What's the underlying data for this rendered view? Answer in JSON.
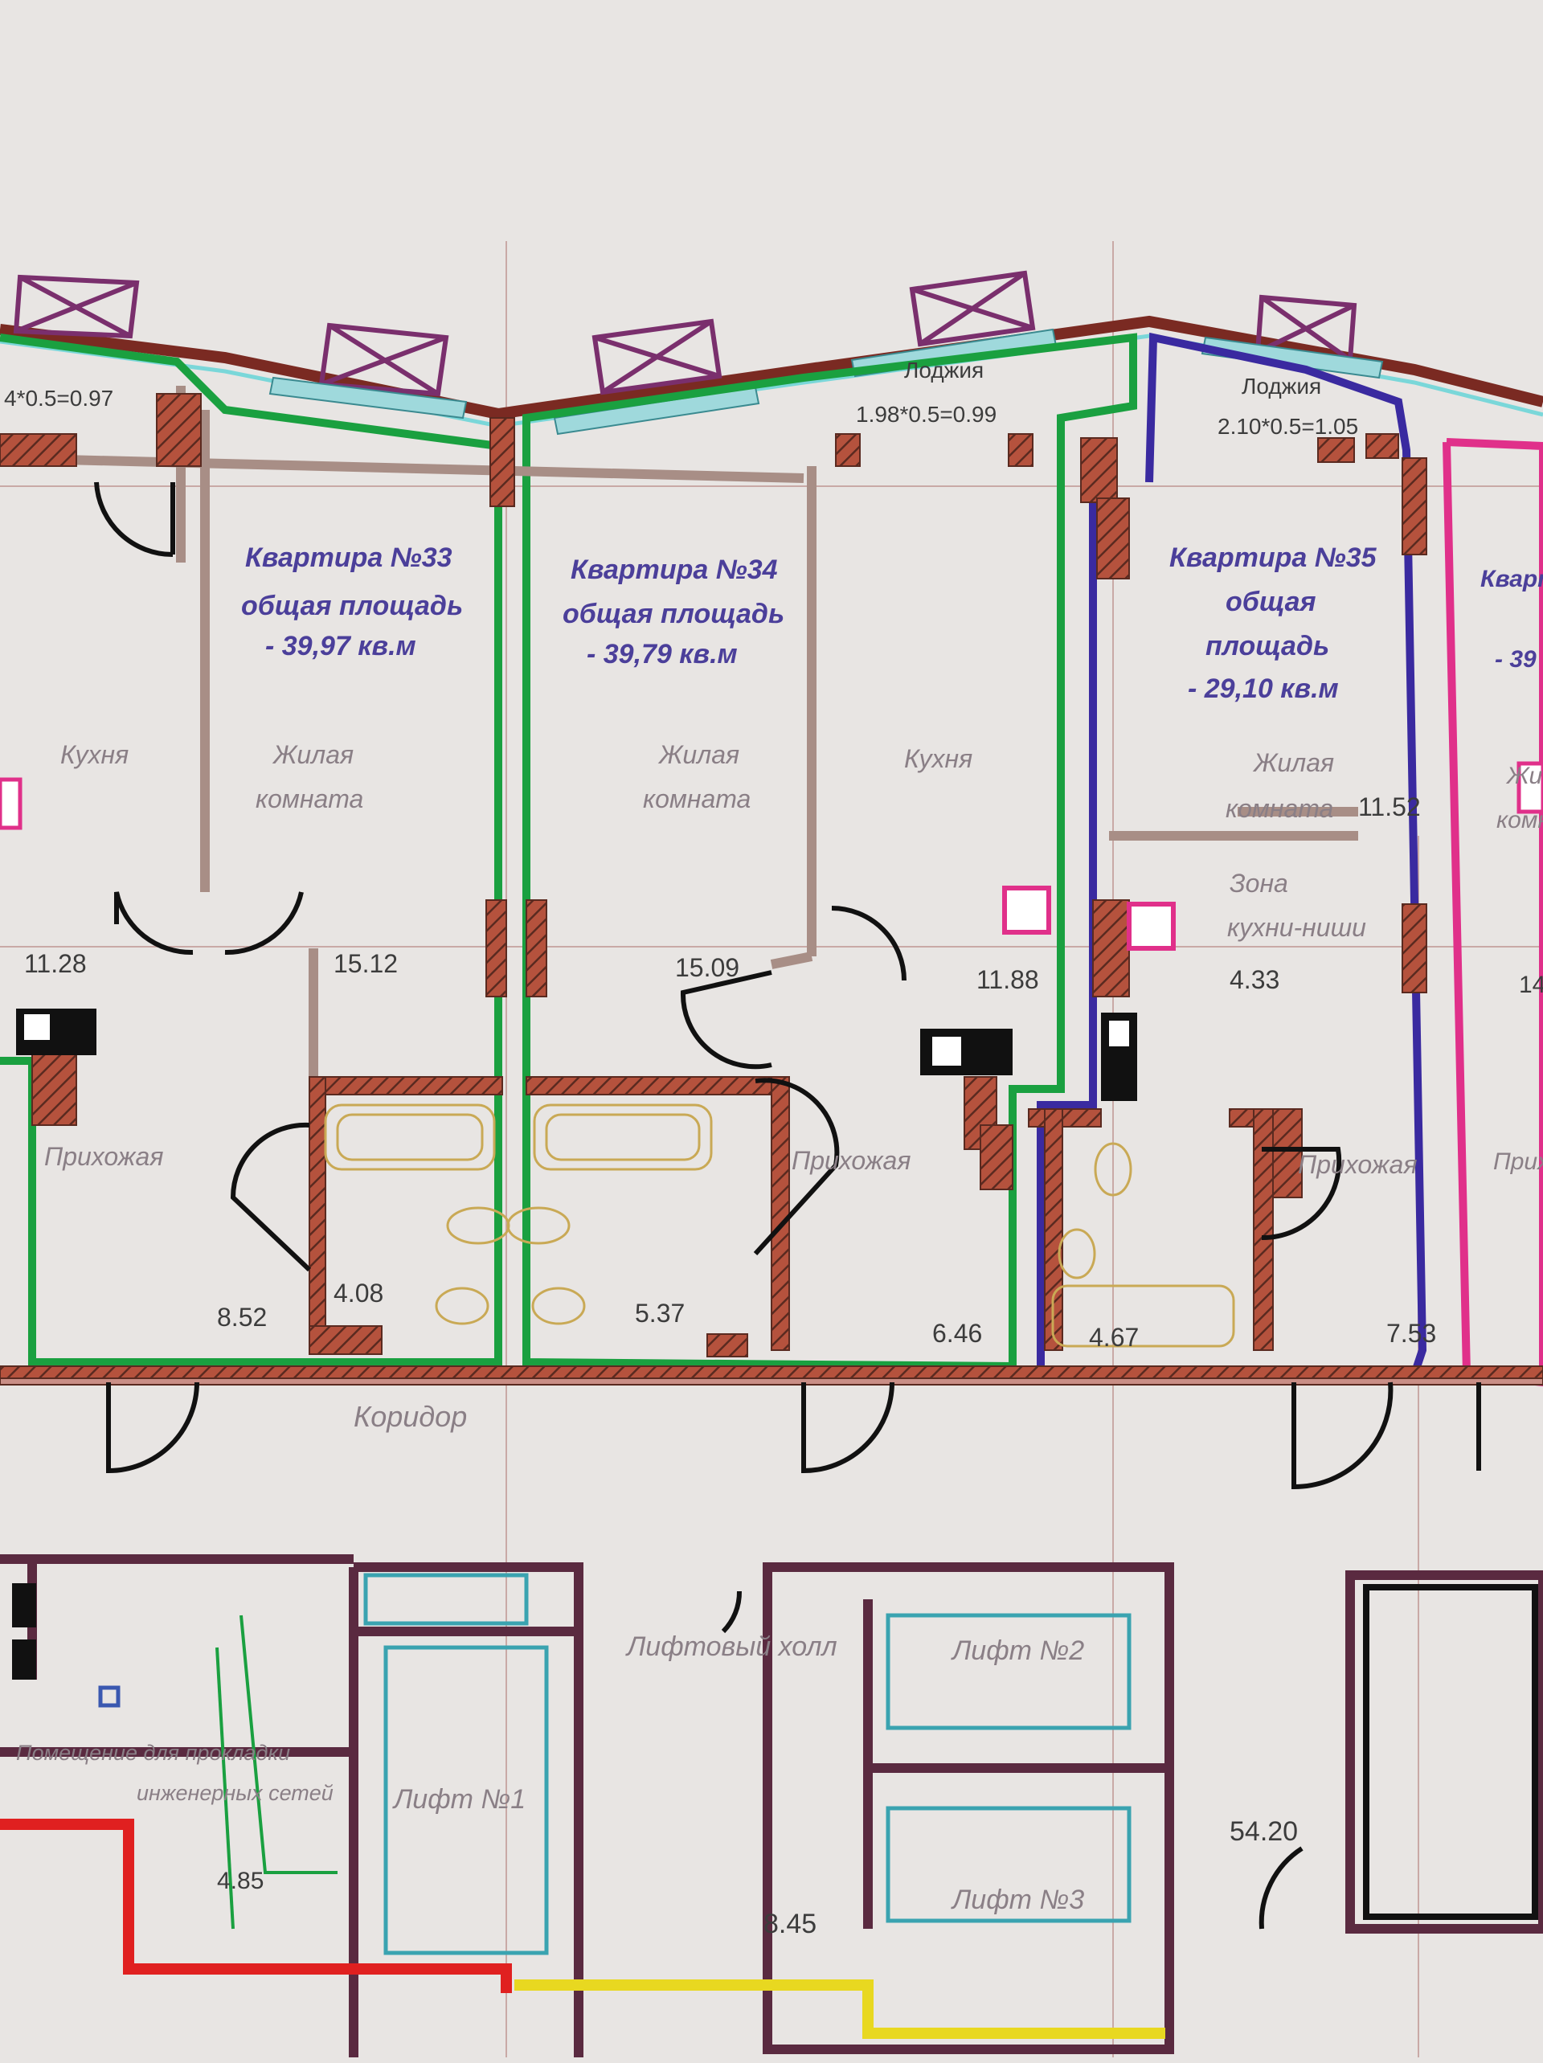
{
  "apartments": [
    {
      "id": "33",
      "title": "Квартира №33",
      "area_label": "общая площадь",
      "area_value": "- 39,97 кв.м",
      "color": "#1aa040"
    },
    {
      "id": "34",
      "title": "Квартира №34",
      "area_label": "общая площадь",
      "area_value": "- 39,79 кв.м",
      "color": "#1aa040"
    },
    {
      "id": "35",
      "title": "Квартира №35",
      "title_lines": [
        "общая",
        "площадь"
      ],
      "area_value": "- 29,10 кв.м",
      "color": "#3a2aa0"
    },
    {
      "id": "36",
      "title_partial": "Квартир",
      "area_partial": "- 39",
      "color": "#e0308a"
    }
  ],
  "rooms": {
    "kitchen": "Кухня",
    "living_line1": "Жилая",
    "living_line2": "комната",
    "hall": "Прихожая",
    "corridor": "Коридор",
    "zone1": "Зона",
    "zone2": "кухни-ниши",
    "lift_hall": "Лифтовый холл",
    "lift1": "Лифт №1",
    "lift2": "Лифт №2",
    "lift3": "Лифт №3",
    "tech_room_line1": "Помещение для прокладки",
    "tech_room_line2": "инженерных сетей",
    "living_partial": "Жи",
    "living2_partial": "комн",
    "hall_partial": "Прих"
  },
  "loggias": {
    "left": "4*0.5=0.97",
    "mid_title": "Лоджия",
    "mid": "1.98*0.5=0.99",
    "right_title": "Лоджия",
    "right": "2.10*0.5=1.05"
  },
  "areas": {
    "a1": "11.28",
    "a2": "15.12",
    "a3": "15.09",
    "a4": "11.88",
    "a5": "11.52",
    "a6": "4.33",
    "a7": "8.52",
    "a8": "4.08",
    "a9": "5.37",
    "a10": "6.46",
    "a11": "4.67",
    "a12": "7.53",
    "a13": "54.20",
    "a14": "8.45",
    "a15": "4.85",
    "a16": "14"
  }
}
